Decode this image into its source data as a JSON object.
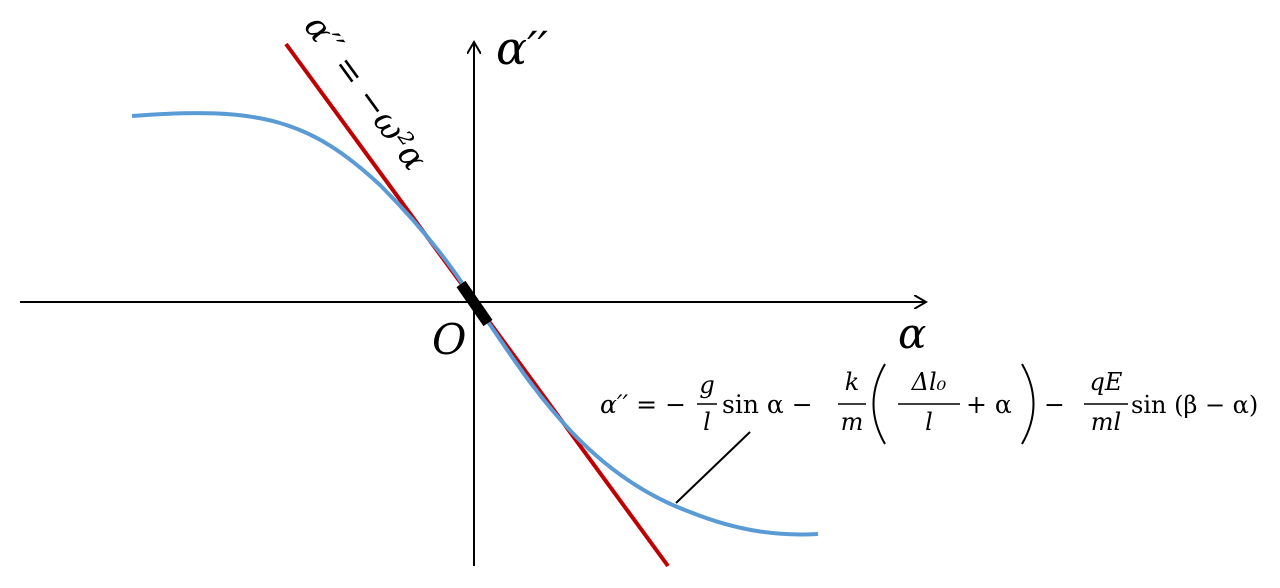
{
  "axes": {
    "x_label": "α",
    "y_label": "α′′",
    "origin_label": "O"
  },
  "tangent_line": {
    "label": "α′′ = −ω²α",
    "color": "#c00000"
  },
  "curve": {
    "color": "#5b9bd5"
  },
  "equation": {
    "lhs": "α′′ = −",
    "t1_num": "g",
    "t1_den": "l",
    "t1_after": "sin α −",
    "t2_num": "k",
    "t2_den": "m",
    "t3_num": "Δl₀",
    "t3_den": "l",
    "t3_after": "+ α",
    "t3_close": "−",
    "t4_num": "qE",
    "t4_den": "ml",
    "t4_after": "sin (β − α)"
  },
  "colors": {
    "axis": "#000000",
    "highlight_segment": "#000000"
  }
}
